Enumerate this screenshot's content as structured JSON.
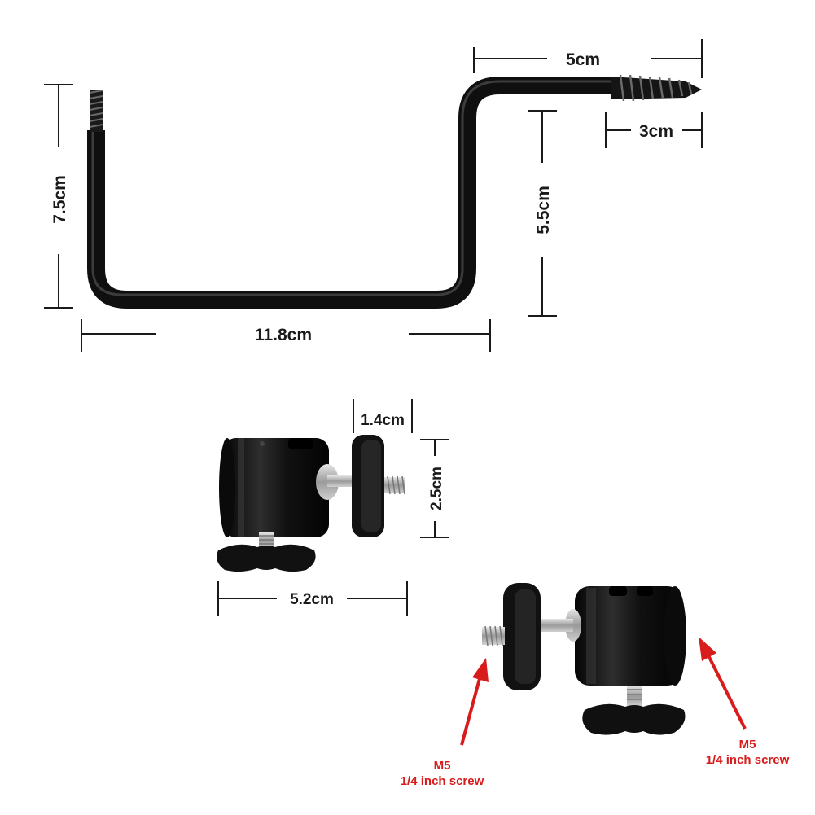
{
  "dimensions": {
    "hook_top_width": "5cm",
    "screw_length": "3cm",
    "left_height": "7.5cm",
    "right_drop": "5.5cm",
    "bottom_width": "11.8cm",
    "plate_thickness": "1.4cm",
    "plate_height": "2.5cm",
    "mount_width": "5.2cm"
  },
  "annotations": {
    "left_screw_line1": "M5",
    "left_screw_line2": "1/4 inch screw",
    "right_screw_line1": "M5",
    "right_screw_line2": "1/4 inch screw"
  },
  "colors": {
    "background": "#ffffff",
    "metal": "#141414",
    "dimension_lines": "#1a1a1a",
    "annotation_red": "#d81c1c"
  }
}
